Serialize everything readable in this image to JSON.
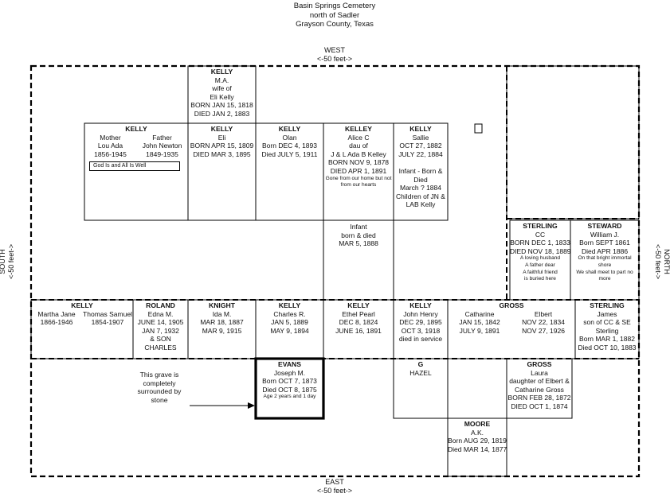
{
  "title": {
    "lines": [
      "Basin Springs Cemetery",
      "north of Sadler",
      "Grayson County, Texas"
    ]
  },
  "directions": {
    "west": "WEST",
    "west_dim": "<-50 feet->",
    "east": "EAST",
    "east_dim": "<-50 feet->",
    "south": "SOUTH",
    "south_dim": "<-50 feet->",
    "north": "NORTH",
    "north_dim": "<-50 feet->"
  },
  "note": {
    "text": [
      "This grave is",
      "completely",
      "surrounded by",
      "stone"
    ]
  },
  "empty_marker": "□",
  "plots": [
    {
      "id": "kelly-ma",
      "lines": [
        [
          "h",
          "KELLY"
        ],
        [
          "",
          "M.A."
        ],
        [
          "",
          "wife of"
        ],
        [
          "",
          "Eli Kelly"
        ],
        [
          "",
          "BORN JAN 15, 1818"
        ],
        [
          "",
          "DIED JAN 2, 1883"
        ]
      ]
    },
    {
      "id": "kelly-parents",
      "lines": [
        [
          "h",
          "KELLY"
        ]
      ],
      "cols": [
        [
          [
            "",
            "Mother"
          ],
          [
            "",
            "Lou Ada"
          ],
          [
            "",
            "1856-1945"
          ]
        ],
        [
          [
            "",
            "Father"
          ],
          [
            "",
            "John Newton"
          ],
          [
            "",
            "1849-1935"
          ]
        ]
      ],
      "motto": "God Is and All Is Well"
    },
    {
      "id": "kelly-eli",
      "lines": [
        [
          "h",
          "KELLY"
        ],
        [
          "",
          "Eli"
        ],
        [
          "",
          "BORN APR 15, 1809"
        ],
        [
          "",
          "DIED MAR 3, 1895"
        ]
      ]
    },
    {
      "id": "kelly-olan",
      "lines": [
        [
          "h",
          "KELLY"
        ],
        [
          "",
          "Olan"
        ],
        [
          "",
          "Born DEC 4, 1893"
        ],
        [
          "",
          "Died JULY 5, 1911"
        ]
      ]
    },
    {
      "id": "kelley-alice",
      "lines": [
        [
          "h",
          "KELLEY"
        ],
        [
          "",
          "Alice C"
        ],
        [
          "",
          "dau of"
        ],
        [
          "",
          "J & L Ada B Kelley"
        ],
        [
          "",
          "BORN NOV 9, 1878"
        ],
        [
          "",
          "DIED APR 1, 1891"
        ],
        [
          "s",
          "Gone from our home but not"
        ],
        [
          "s",
          "from our hearts"
        ]
      ]
    },
    {
      "id": "kelly-sallie",
      "lines": [
        [
          "h",
          "KELLY"
        ],
        [
          "",
          "Sallie"
        ],
        [
          "",
          "OCT 27, 1882"
        ],
        [
          "",
          "JULY 22, 1884"
        ],
        [
          "",
          ""
        ],
        [
          "",
          "Infant - Born &"
        ],
        [
          "",
          "Died"
        ],
        [
          "",
          "March ? 1884"
        ],
        [
          "",
          "Children of JN &"
        ],
        [
          "",
          "LAB Kelly"
        ]
      ]
    },
    {
      "id": "infant",
      "lines": [
        [
          "",
          "Infant"
        ],
        [
          "",
          "born & died"
        ],
        [
          "",
          "MAR 5, 1888"
        ]
      ]
    },
    {
      "id": "sterling-cc",
      "lines": [
        [
          "h",
          "STERLING"
        ],
        [
          "",
          "CC"
        ],
        [
          "",
          "BORN DEC 1, 1833"
        ],
        [
          "",
          "DIED NOV 18, 1889"
        ],
        [
          "s",
          "A loving husband"
        ],
        [
          "s",
          "A father dear"
        ],
        [
          "s",
          "A faithful friend"
        ],
        [
          "s",
          "is buried here"
        ]
      ]
    },
    {
      "id": "steward",
      "lines": [
        [
          "h",
          "STEWARD"
        ],
        [
          "",
          "William J."
        ],
        [
          "",
          "Born SEPT 1861"
        ],
        [
          "",
          "Died APR 1886"
        ],
        [
          "s",
          "On that bright immortal"
        ],
        [
          "s",
          "shore"
        ],
        [
          "s",
          "We shall meet to part no"
        ],
        [
          "s",
          "more"
        ]
      ]
    },
    {
      "id": "kelly-martha",
      "lines": [
        [
          "h",
          "KELLY"
        ]
      ],
      "cols": [
        [
          [
            "",
            "Martha Jane"
          ],
          [
            "",
            "1866-1946"
          ]
        ],
        [
          [
            "",
            "Thomas Samuel"
          ],
          [
            "",
            "1854-1907"
          ]
        ]
      ]
    },
    {
      "id": "roland",
      "lines": [
        [
          "h",
          "ROLAND"
        ],
        [
          "",
          "Edna M."
        ],
        [
          "",
          "JUNE 14, 1905"
        ],
        [
          "",
          "JAN 7, 1932"
        ],
        [
          "",
          "& SON"
        ],
        [
          "",
          "CHARLES"
        ]
      ]
    },
    {
      "id": "knight",
      "lines": [
        [
          "h",
          "KNIGHT"
        ],
        [
          "",
          "Ida M."
        ],
        [
          "",
          "MAR 18, 1887"
        ],
        [
          "",
          "MAR 9, 1915"
        ]
      ]
    },
    {
      "id": "kelly-charles",
      "lines": [
        [
          "h",
          "KELLY"
        ],
        [
          "",
          "Charles R."
        ],
        [
          "",
          "JAN 5, 1889"
        ],
        [
          "",
          "MAY 9, 1894"
        ]
      ]
    },
    {
      "id": "kelly-ethel",
      "lines": [
        [
          "h",
          "KELLY"
        ],
        [
          "",
          "Ethel Pearl"
        ],
        [
          "",
          "DEC 8, 1824"
        ],
        [
          "",
          "JUNE 16, 1891"
        ]
      ]
    },
    {
      "id": "kelly-john",
      "lines": [
        [
          "h",
          "KELLY"
        ],
        [
          "",
          "John Henry"
        ],
        [
          "",
          "DEC 29, 1895"
        ],
        [
          "",
          "OCT 3, 1918"
        ],
        [
          "",
          "died in service"
        ]
      ]
    },
    {
      "id": "gross",
      "lines": [
        [
          "h",
          "GROSS"
        ]
      ],
      "cols": [
        [
          [
            "",
            "Catharine"
          ],
          [
            "",
            "JAN 15, 1842"
          ],
          [
            "",
            "JULY 9, 1891"
          ]
        ],
        [
          [
            "",
            "Elbert"
          ],
          [
            "",
            "NOV 22, 1834"
          ],
          [
            "",
            "NOV 27, 1926"
          ]
        ]
      ]
    },
    {
      "id": "sterling-james",
      "lines": [
        [
          "h",
          "STERLING"
        ],
        [
          "",
          "James"
        ],
        [
          "",
          "son of CC & SE"
        ],
        [
          "",
          "Sterling"
        ],
        [
          "",
          "Born MAR 1, 1882"
        ],
        [
          "",
          "Died OCT 10, 1883"
        ]
      ]
    },
    {
      "id": "evans",
      "lines": [
        [
          "h",
          "EVANS"
        ],
        [
          "",
          "Joseph M."
        ],
        [
          "",
          "Born OCT 7, 1873"
        ],
        [
          "",
          "Died OCT 8, 1875"
        ],
        [
          "s",
          "Age 2 years and 1 day"
        ]
      ]
    },
    {
      "id": "g-hazel",
      "lines": [
        [
          "h",
          "G"
        ],
        [
          "",
          "HAZEL"
        ]
      ]
    },
    {
      "id": "gross-laura",
      "lines": [
        [
          "h",
          "GROSS"
        ],
        [
          "",
          "Laura"
        ],
        [
          "",
          "daughter of Elbert &"
        ],
        [
          "",
          "Catharine Gross"
        ],
        [
          "",
          "BORN FEB 28, 1872"
        ],
        [
          "",
          "DIED OCT 1, 1874"
        ]
      ]
    },
    {
      "id": "moore",
      "lines": [
        [
          "h",
          "MOORE"
        ],
        [
          "",
          "A.K."
        ],
        [
          "",
          "Born AUG 29, 1819"
        ],
        [
          "",
          "Died MAR 14, 1877"
        ]
      ]
    }
  ]
}
